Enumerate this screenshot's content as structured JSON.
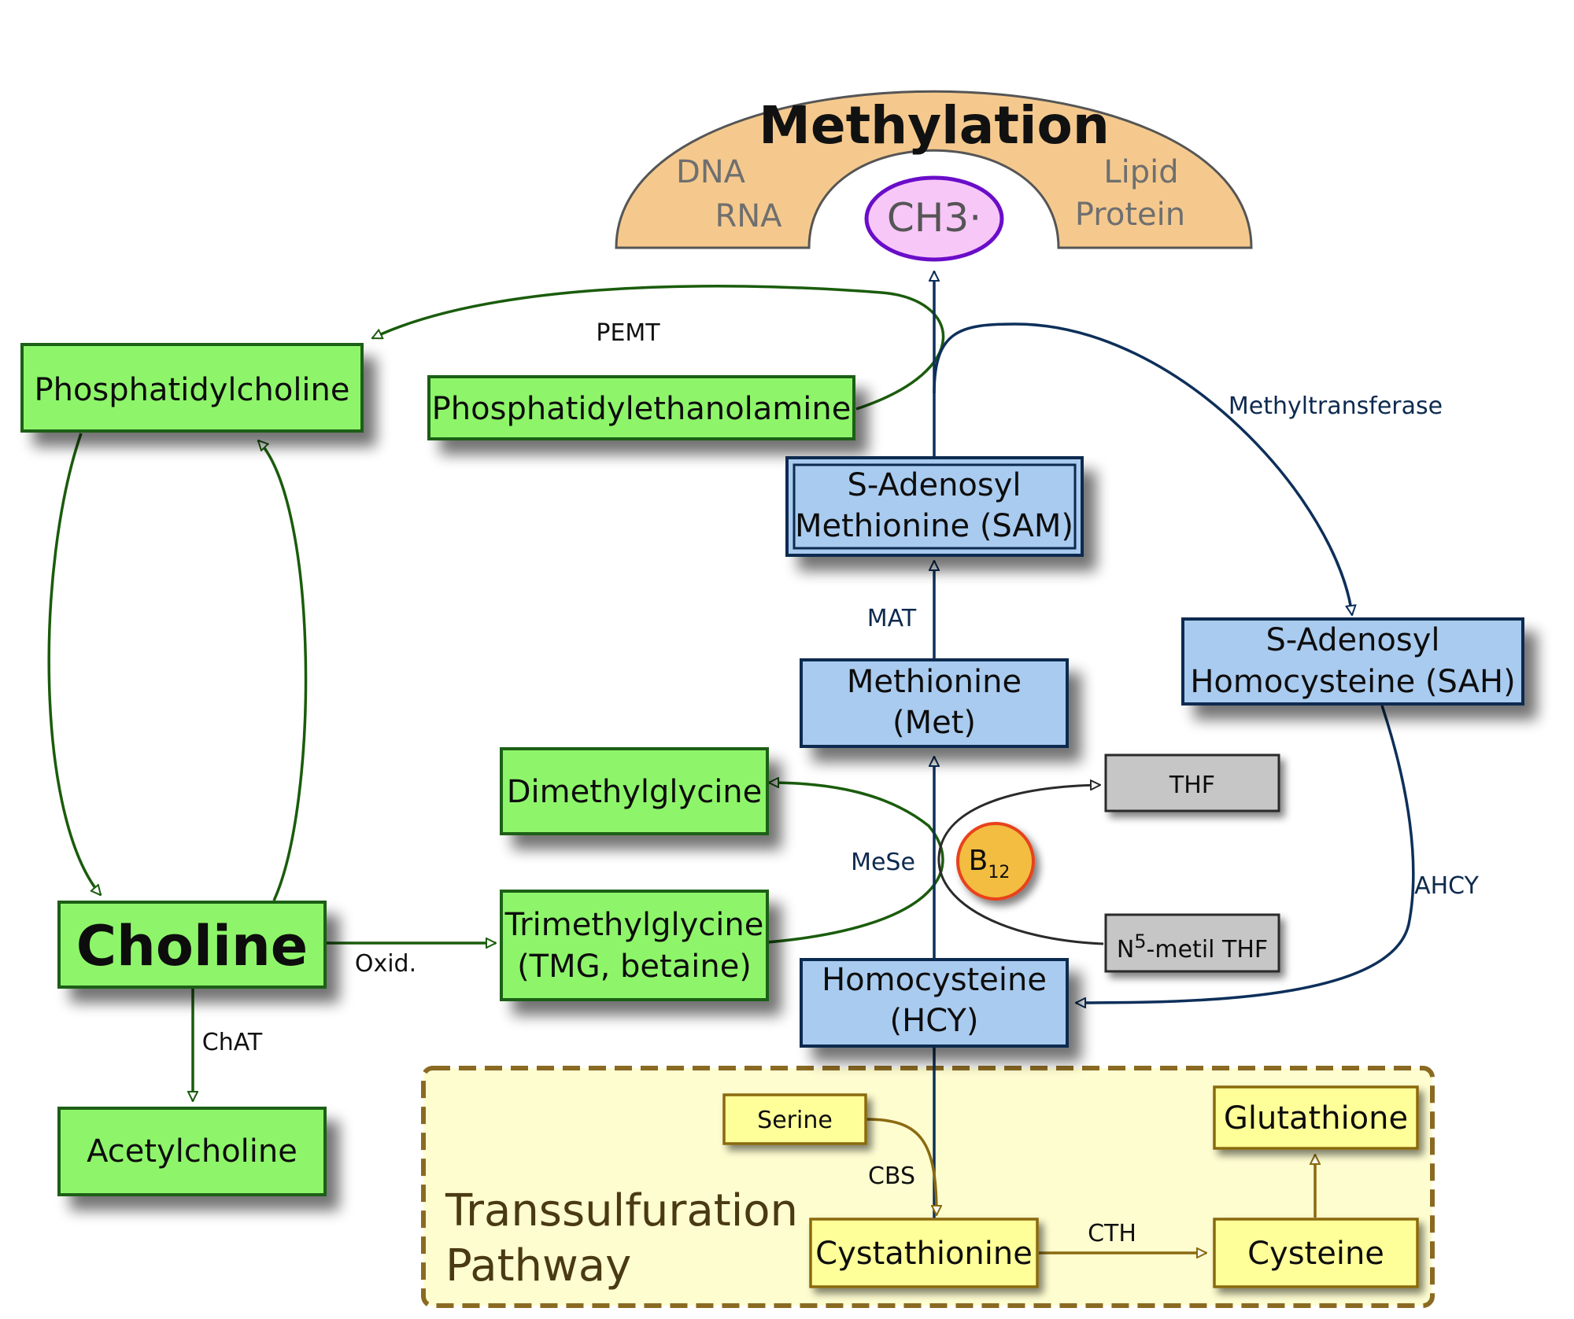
{
  "methylation": {
    "title": "Methylation",
    "targets_left": [
      "DNA",
      "RNA"
    ],
    "targets_right": [
      "Lipid",
      "Protein"
    ],
    "methyl_group": "CH3·"
  },
  "nodes": {
    "phosphatidylcholine": "Phosphatidylcholine",
    "phosphatidylethanolamine": "Phosphatidylethanolamine",
    "choline": "Choline",
    "acetylcholine": "Acetylcholine",
    "dimethylglycine": "Dimethylglycine",
    "tmg_line1": "Trimethylglycine",
    "tmg_line2": "(TMG, betaine)",
    "sam_line1": "S-Adenosyl",
    "sam_line2": "Methionine (SAM)",
    "sah_line1": "S-Adenosyl",
    "sah_line2": "Homocysteine (SAH)",
    "met_line1": "Methionine",
    "met_line2": "(Met)",
    "hcy_line1": "Homocysteine",
    "hcy_line2": "(HCY)",
    "thf": "THF",
    "n5_prefix": "N",
    "n5_sup": "5",
    "n5_rest": "-metil THF",
    "b12_base": "B",
    "b12_sub": "12",
    "serine": "Serine",
    "cystathionine": "Cystathionine",
    "cysteine": "Cysteine",
    "glutathione": "Glutathione"
  },
  "enzymes": {
    "pemt": "PEMT",
    "methyltransferase": "Methyltransferase",
    "mat": "MAT",
    "mese": "MeSe",
    "ahcy": "AHCY",
    "oxid": "Oxid.",
    "chat": "ChAT",
    "cbs": "CBS",
    "cth": "CTH"
  },
  "transsulfuration": {
    "line1": "Transsulfuration",
    "line2": "Pathway"
  },
  "colors": {
    "green_fill": "#8ef56a",
    "green_stroke": "#1f5e12",
    "green_arrow": "#1a5c0c",
    "blue_fill": "#a9cbef",
    "blue_stroke": "#0d2a4f",
    "blue_arrow": "#0d2f5a",
    "yellow_fill": "#ffff99",
    "yellow_stroke": "#8a6a10",
    "yellow_arrow": "#8a6a10",
    "panel_fill": "#fefdd0",
    "panel_stroke": "#8a6a22",
    "arch_fill": "#f5c98e",
    "ch3_fill": "#f7c7f7",
    "ch3_stroke": "#6a0dc9",
    "b12_fill": "#f2bd3f",
    "b12_stroke": "#e8421a",
    "gray_fill": "#c6c6c6"
  }
}
